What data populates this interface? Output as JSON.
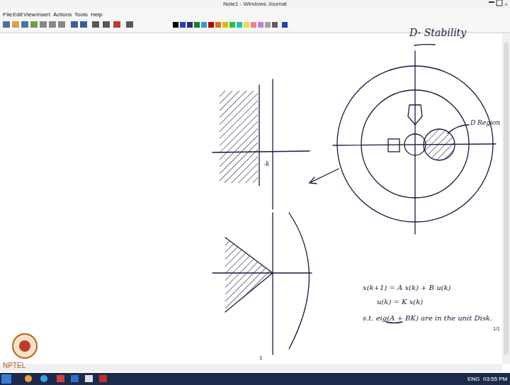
{
  "diagram": {
    "title": "Note1 - Windows Journal",
    "labels": [
      "File",
      "Edit",
      "View",
      "Insert",
      "Actions",
      "Tools",
      "Help",
      "D- Stability",
      "-k",
      "D Region",
      "x(k+1) = A x(k) + B u(k)",
      "u(k) = K x(k)",
      "s.t. eig(A + BK) are in the unit Disk.",
      "1",
      "1/1",
      "NPTEL",
      "ENG",
      "03:55 PM"
    ]
  }
}
